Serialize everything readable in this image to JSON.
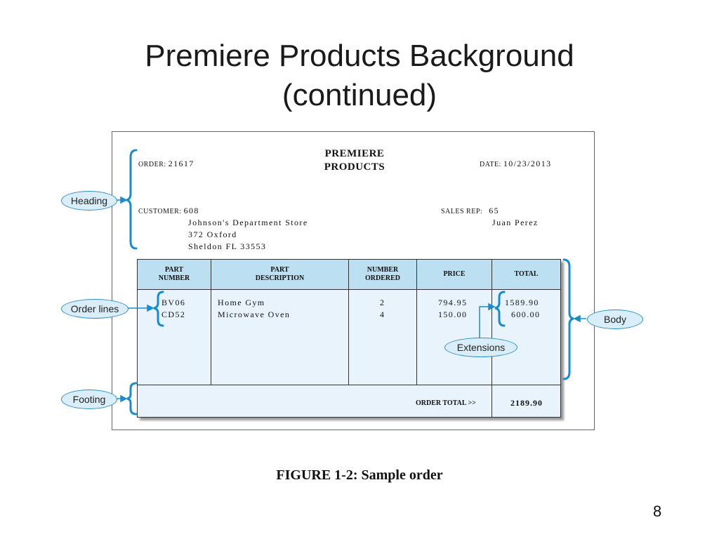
{
  "slide": {
    "title_line1": "Premiere Products Background",
    "title_line2": "(continued)",
    "caption": "FIGURE 1-2: Sample order",
    "page_number": "8"
  },
  "order": {
    "company_line1": "PREMIERE",
    "company_line2": "PRODUCTS",
    "order_label": "ORDER:",
    "order_number": "21617",
    "date_label": "DATE:",
    "date": "10/23/2013",
    "customer_label": "CUSTOMER:",
    "customer_number": "608",
    "customer_name": "Johnson's Department Store",
    "customer_street": "372 Oxford",
    "customer_city": "Sheldon FL 33553",
    "rep_label": "SALES REP:",
    "rep_number": "65",
    "rep_name": "Juan Perez"
  },
  "table": {
    "headers": {
      "part_number_1": "PART",
      "part_number_2": "NUMBER",
      "description_1": "PART",
      "description_2": "DESCRIPTION",
      "ordered_1": "NUMBER",
      "ordered_2": "ORDERED",
      "price": "PRICE",
      "total": "TOTAL"
    },
    "rows": [
      {
        "part": "BV06",
        "description": "Home Gym",
        "ordered": "2",
        "price": "794.95",
        "total": "1589.90"
      },
      {
        "part": "CD52",
        "description": "Microwave Oven",
        "ordered": "4",
        "price": "150.00",
        "total": "600.00"
      }
    ],
    "order_total_label": "ORDER TOTAL >>",
    "order_total": "2189.90"
  },
  "callouts": {
    "heading": "Heading",
    "order_lines": "Order lines",
    "footing": "Footing",
    "body": "Body",
    "extensions": "Extensions"
  },
  "colors": {
    "bracket": "#1a8ccc",
    "header_fill": "#bcdff2",
    "body_fill": "#e8f3fb",
    "callout_fill": "#d9eef9"
  }
}
